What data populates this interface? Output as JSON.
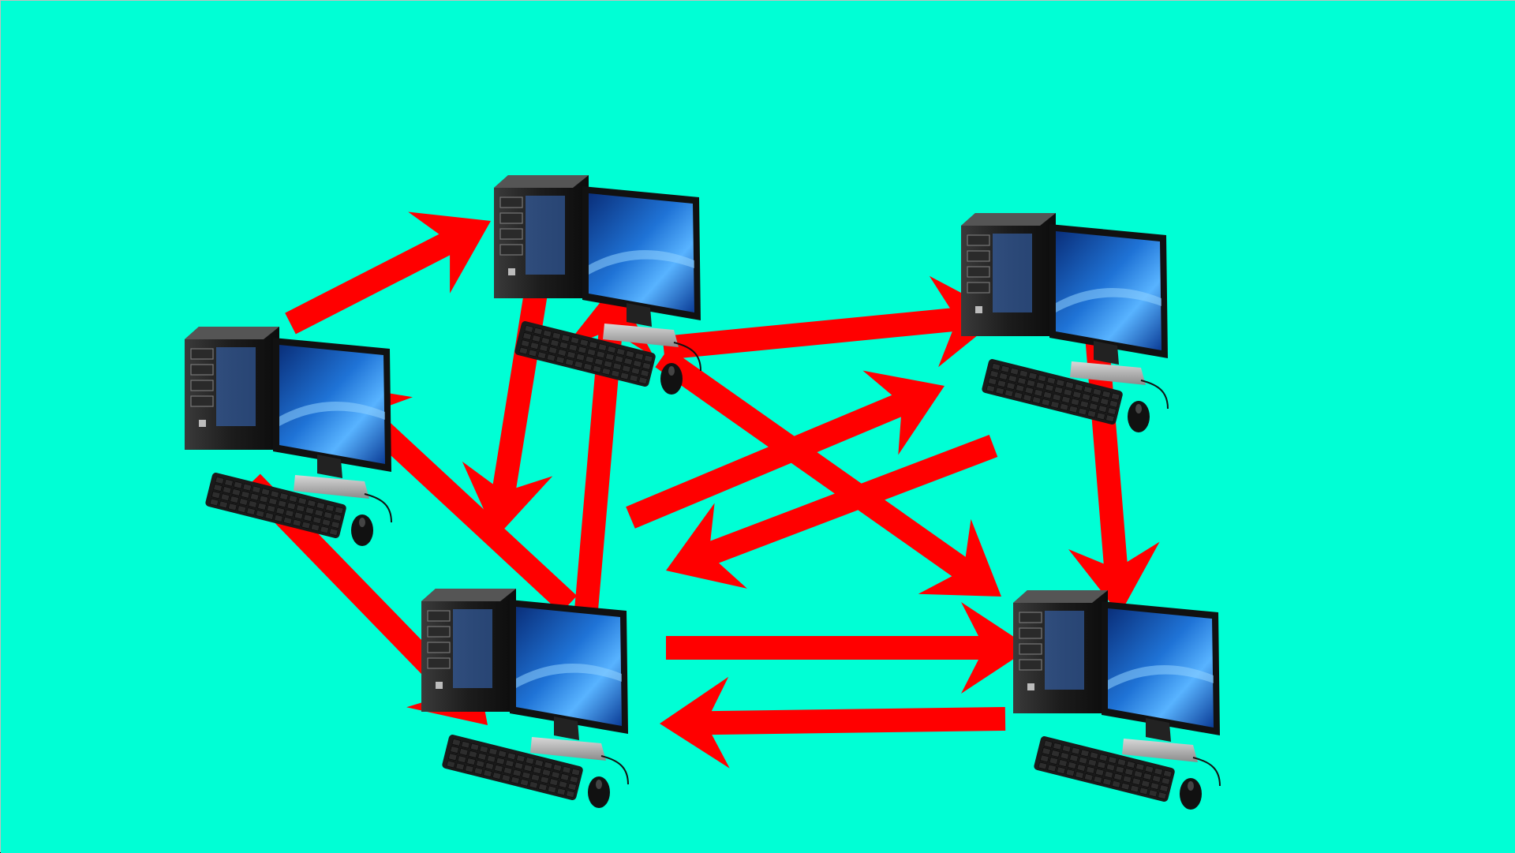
{
  "diagram": {
    "background_color": "#00ffd5",
    "arrow_color": "#ff0000",
    "node_icon": "desktop-computer-icon",
    "nodes": [
      {
        "id": "left"
      },
      {
        "id": "top-center"
      },
      {
        "id": "top-right"
      },
      {
        "id": "bottom-center"
      },
      {
        "id": "bottom-right"
      }
    ],
    "edges": [
      {
        "from": "left",
        "to": "top-center"
      },
      {
        "from": "left",
        "to": "bottom-center"
      },
      {
        "from": "bottom-center",
        "to": "left"
      },
      {
        "from": "top-center",
        "to": "bottom-center"
      },
      {
        "from": "bottom-center",
        "to": "top-center"
      },
      {
        "from": "top-center",
        "to": "top-right"
      },
      {
        "from": "top-center",
        "to": "bottom-right"
      },
      {
        "from": "bottom-center",
        "to": "top-right"
      },
      {
        "from": "top-right",
        "to": "bottom-center"
      },
      {
        "from": "top-right",
        "to": "bottom-right"
      },
      {
        "from": "bottom-center",
        "to": "bottom-right"
      },
      {
        "from": "bottom-right",
        "to": "bottom-center"
      }
    ]
  }
}
